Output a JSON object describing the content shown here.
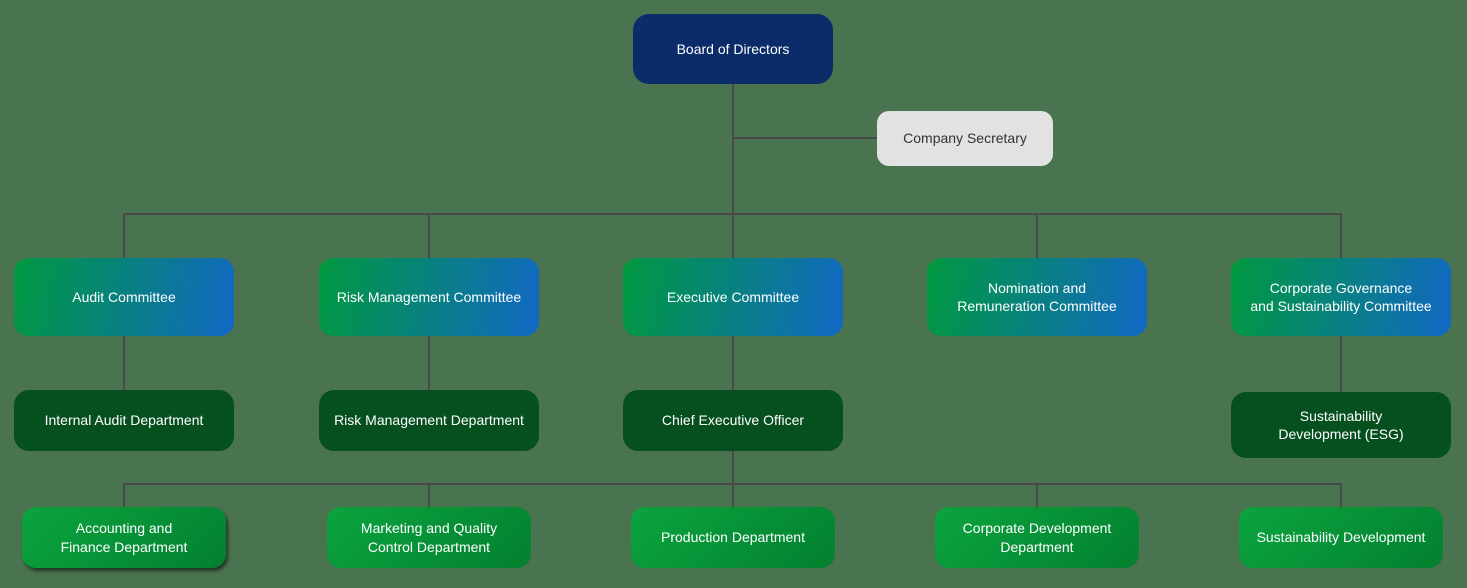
{
  "org": {
    "board": {
      "label": "Board of Directors"
    },
    "secretary": {
      "label": "Company Secretary"
    },
    "committees": [
      {
        "label": "Audit Committee"
      },
      {
        "label": "Risk Management Committee"
      },
      {
        "label": "Executive Committee"
      },
      {
        "label": "Nomination and\nRemuneration Committee"
      },
      {
        "label": "Corporate Governance\nand Sustainability Committee"
      }
    ],
    "level3": [
      {
        "label": "Internal Audit Department"
      },
      {
        "label": "Risk Management Department"
      },
      {
        "label": "Chief Executive Officer"
      },
      {
        "label": "Sustainability\nDevelopment (ESG)"
      }
    ],
    "level4": [
      {
        "label": "Accounting and\nFinance Department"
      },
      {
        "label": "Marketing and Quality\nControl Department"
      },
      {
        "label": "Production Department"
      },
      {
        "label": "Corporate Development\nDepartment"
      },
      {
        "label": "Sustainability Development"
      }
    ]
  },
  "colors": {
    "background": "#4a7350",
    "connector": "#4a4a4a",
    "board_fill": "#0a2d69",
    "secretary_fill": "#e2e2e2",
    "secretary_text": "#333333",
    "committee_gradient_start": "#00993f",
    "committee_gradient_end": "#1268c4",
    "department_fill": "#06501f",
    "operations_gradient_start": "#0ba43e",
    "operations_gradient_end": "#038030",
    "text": "#ffffff"
  }
}
